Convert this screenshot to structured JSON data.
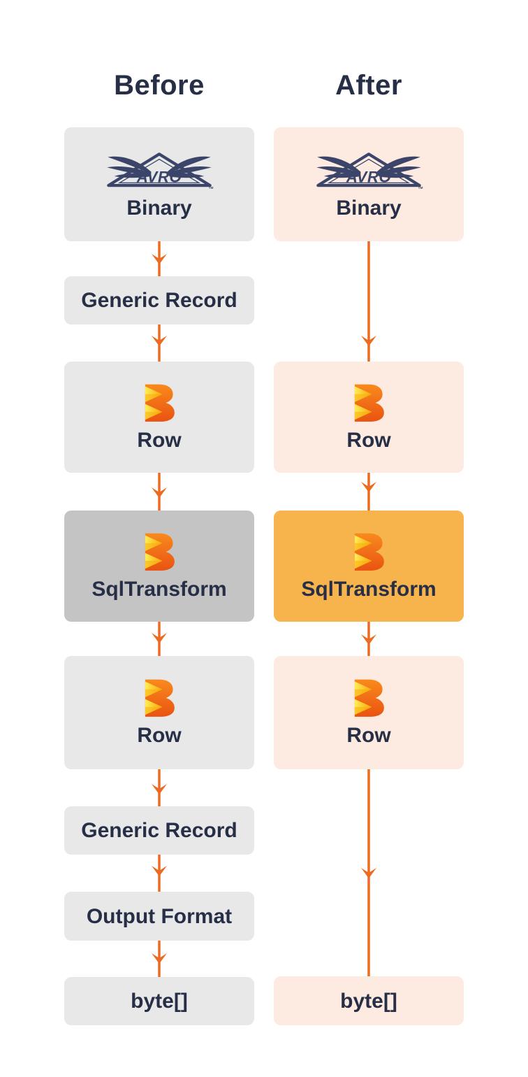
{
  "diagram": {
    "before": {
      "header": "Before",
      "nodes": [
        {
          "id": "binary",
          "label": "Binary",
          "icon": "avro-logo"
        },
        {
          "id": "generic-record-1",
          "label": "Generic Record",
          "icon": null
        },
        {
          "id": "row-1",
          "label": "Row",
          "icon": "beam-logo"
        },
        {
          "id": "sqltransform",
          "label": "SqlTransform",
          "icon": "beam-logo"
        },
        {
          "id": "row-2",
          "label": "Row",
          "icon": "beam-logo"
        },
        {
          "id": "generic-record-2",
          "label": "Generic Record",
          "icon": null
        },
        {
          "id": "output-format",
          "label": "Output Format",
          "icon": null
        },
        {
          "id": "byte-array",
          "label": "byte[]",
          "icon": null
        }
      ]
    },
    "after": {
      "header": "After",
      "nodes": [
        {
          "id": "binary",
          "label": "Binary",
          "icon": "avro-logo"
        },
        {
          "id": "row-1",
          "label": "Row",
          "icon": "beam-logo"
        },
        {
          "id": "sqltransform",
          "label": "SqlTransform",
          "icon": "beam-logo"
        },
        {
          "id": "row-2",
          "label": "Row",
          "icon": "beam-logo"
        },
        {
          "id": "byte-array",
          "label": "byte[]",
          "icon": null
        }
      ]
    },
    "logos": {
      "avro_text": "AVRO",
      "avro_tm": "TM"
    }
  },
  "colors": {
    "background": "#ffffff",
    "box_gray": "#e8e8e8",
    "box_gray_dark": "#c4c4c4",
    "box_peach": "#fdeae0",
    "box_amber": "#f7b34c",
    "text_navy": "#272f47",
    "arrow_orange": "#ed6a22",
    "avro_navy": "#3a4569",
    "beam_orange": "#e95311",
    "beam_yellow": "#ffee55"
  }
}
